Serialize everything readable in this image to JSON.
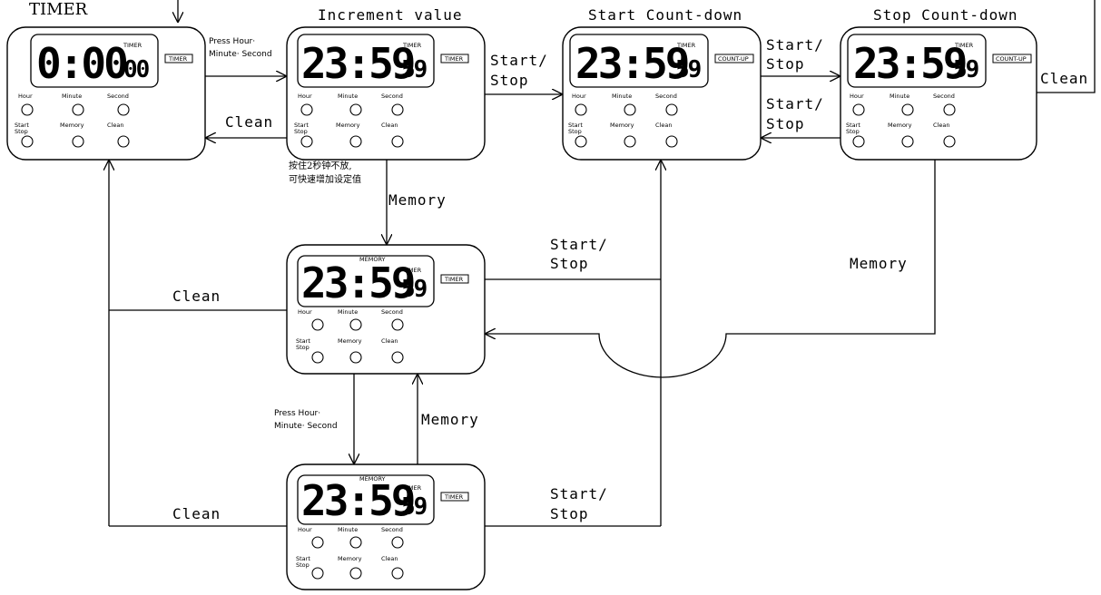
{
  "title": "TIMER",
  "units": [
    {
      "id": "u1",
      "caption": "",
      "digits": "0:00",
      "seconds": "00",
      "mode_tag": "TIMER",
      "memory_tag": "",
      "timer_tag": "TIMER"
    },
    {
      "id": "u2",
      "caption": "Increment value",
      "digits": "23:59",
      "seconds": "59",
      "mode_tag": "TIMER",
      "memory_tag": "",
      "timer_tag": "TIMER"
    },
    {
      "id": "u3",
      "caption": "Start Count-down",
      "digits": "23:59",
      "seconds": "59",
      "mode_tag": "COUNT-UP",
      "memory_tag": "",
      "timer_tag": "TIMER"
    },
    {
      "id": "u4",
      "caption": "Stop Count-down",
      "digits": "23:59",
      "seconds": "59",
      "mode_tag": "COUNT-UP",
      "memory_tag": "",
      "timer_tag": "TIMER"
    },
    {
      "id": "u5",
      "caption": "",
      "digits": "23:59",
      "seconds": "59",
      "mode_tag": "TIMER",
      "memory_tag": "MEMORY",
      "timer_tag": "TIMER"
    },
    {
      "id": "u6",
      "caption": "",
      "digits": "23:59",
      "seconds": "59",
      "mode_tag": "TIMER",
      "memory_tag": "MEMORY",
      "timer_tag": "TIMER"
    }
  ],
  "button_labels": {
    "hour": "Hour",
    "minute": "Minute",
    "second": "Second",
    "start": "Start",
    "stop": "Stop",
    "memory": "Memory",
    "clean": "Clean"
  },
  "edges": {
    "press_hms_top_line1": "Press Hour·",
    "press_hms_top_line2": "Minute· Second",
    "clean_u2_u1": "Clean",
    "startstop_u2_u3_line1": "Start/",
    "startstop_u2_u3_line2": "Stop",
    "startstop_u3_u4_line1": "Start/",
    "startstop_u3_u4_line2": "Stop",
    "startstop_u4_u3_line1": "Start/",
    "startstop_u4_u3_line2": "Stop",
    "clean_u4_u1": "Clean",
    "memory_u2_u5": "Memory",
    "hold_note_line1": "按住2秒钟不放,",
    "hold_note_line2": "可快速增加设定值",
    "startstop_u5_u3_line1": "Start/",
    "startstop_u5_u3_line2": "Stop",
    "memory_u4_u5": "Memory",
    "clean_u5_u1": "Clean",
    "press_hms_bottom_line1": "Press Hour·",
    "press_hms_bottom_line2": "Minute· Second",
    "memory_u6_u5": "Memory",
    "clean_u6_u1": "Clean",
    "startstop_u6_u3_line1": "Start/",
    "startstop_u6_u3_line2": "Stop"
  }
}
